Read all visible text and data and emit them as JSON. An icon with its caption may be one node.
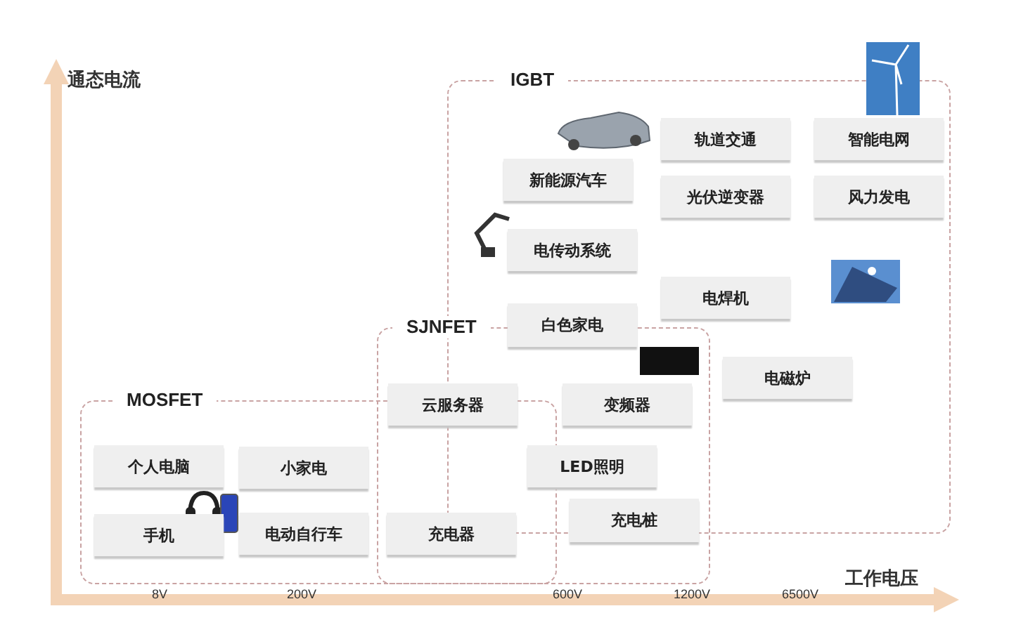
{
  "diagram": {
    "nodes": [
      {
        "text": [
          "IGBT"
        ]
      },
      {
        "text": [
          "新能源汽车"
        ],
        "in": 0
      },
      {
        "text": [
          "轨道交通"
        ],
        "in": 0
      },
      {
        "text": [
          "智能电网"
        ],
        "in": 0
      },
      {
        "text": [
          "光伏逆变器"
        ],
        "in": 0
      },
      {
        "text": [
          "风力发电"
        ],
        "in": 0
      },
      {
        "text": [
          "电传动系统"
        ],
        "in": 0
      },
      {
        "text": [
          "电焊机"
        ],
        "in": 0
      },
      {
        "text": [
          "白色家电"
        ],
        "in": 0
      },
      {
        "text": [
          "SJNFET"
        ]
      },
      {
        "text": [
          "电磁炉"
        ],
        "in": 0
      },
      {
        "text": [
          "云服务器"
        ],
        "in": 9
      },
      {
        "text": [
          "变频器"
        ]
      },
      {
        "text": [
          "MOSFET"
        ]
      },
      {
        "text": [
          "个人电脑"
        ],
        "in": 13
      },
      {
        "text": [
          "小家电"
        ],
        "in": 13
      },
      {
        "text": [
          "LED照明"
        ]
      },
      {
        "text": [
          "充电桩"
        ],
        "in": 9
      },
      {
        "text": [
          "手机"
        ],
        "in": 13
      },
      {
        "text": [
          "电动自行车"
        ],
        "in": 13
      },
      {
        "text": [
          "充电器"
        ]
      }
    ],
    "labels": [
      "通态电流",
      "工作电压",
      "8V",
      "200V",
      "600V",
      "1200V",
      "6500V"
    ]
  }
}
